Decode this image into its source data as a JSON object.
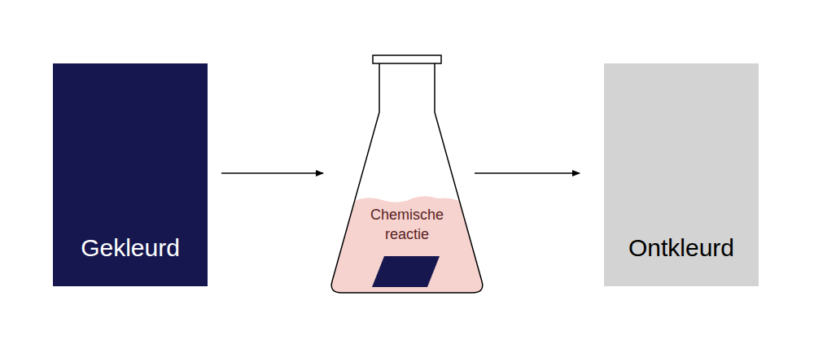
{
  "diagram": {
    "nodes": [
      {
        "text": [
          "Gekleurd"
        ]
      },
      {
        "text": [
          "Chemische reactie"
        ]
      },
      {
        "text": [
          "Ontkleurd"
        ]
      }
    ],
    "edges": [
      {
        "from": 0,
        "to": 1,
        "arrow": "to"
      },
      {
        "from": 1,
        "to": 2,
        "arrow": "to"
      }
    ]
  }
}
